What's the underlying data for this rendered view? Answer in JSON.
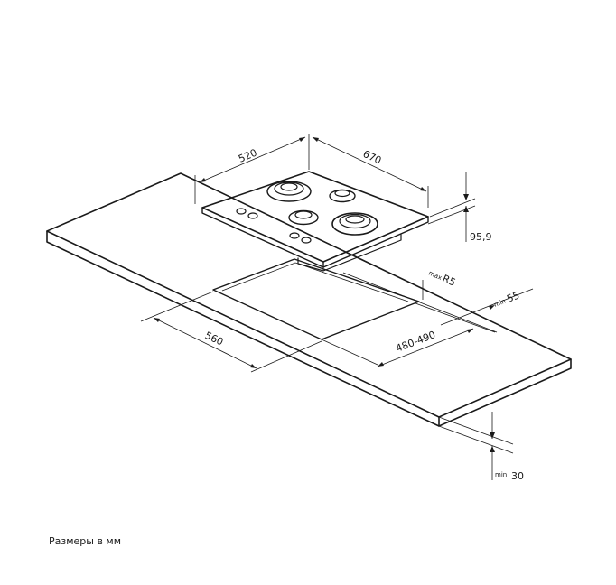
{
  "dimensions": {
    "hob_depth": "520",
    "hob_width": "670",
    "hob_height": "95,9",
    "cutout_width": "560",
    "cutout_depth": "480-490",
    "corner_radius_prefix": "max",
    "corner_radius": "R5",
    "side_margin_prefix": "min",
    "side_margin": "55",
    "counter_thickness_prefix": "min",
    "counter_thickness": "30"
  },
  "caption": "Размеры в мм",
  "colors": {
    "line": "#1a1a1a",
    "background": "#ffffff"
  }
}
